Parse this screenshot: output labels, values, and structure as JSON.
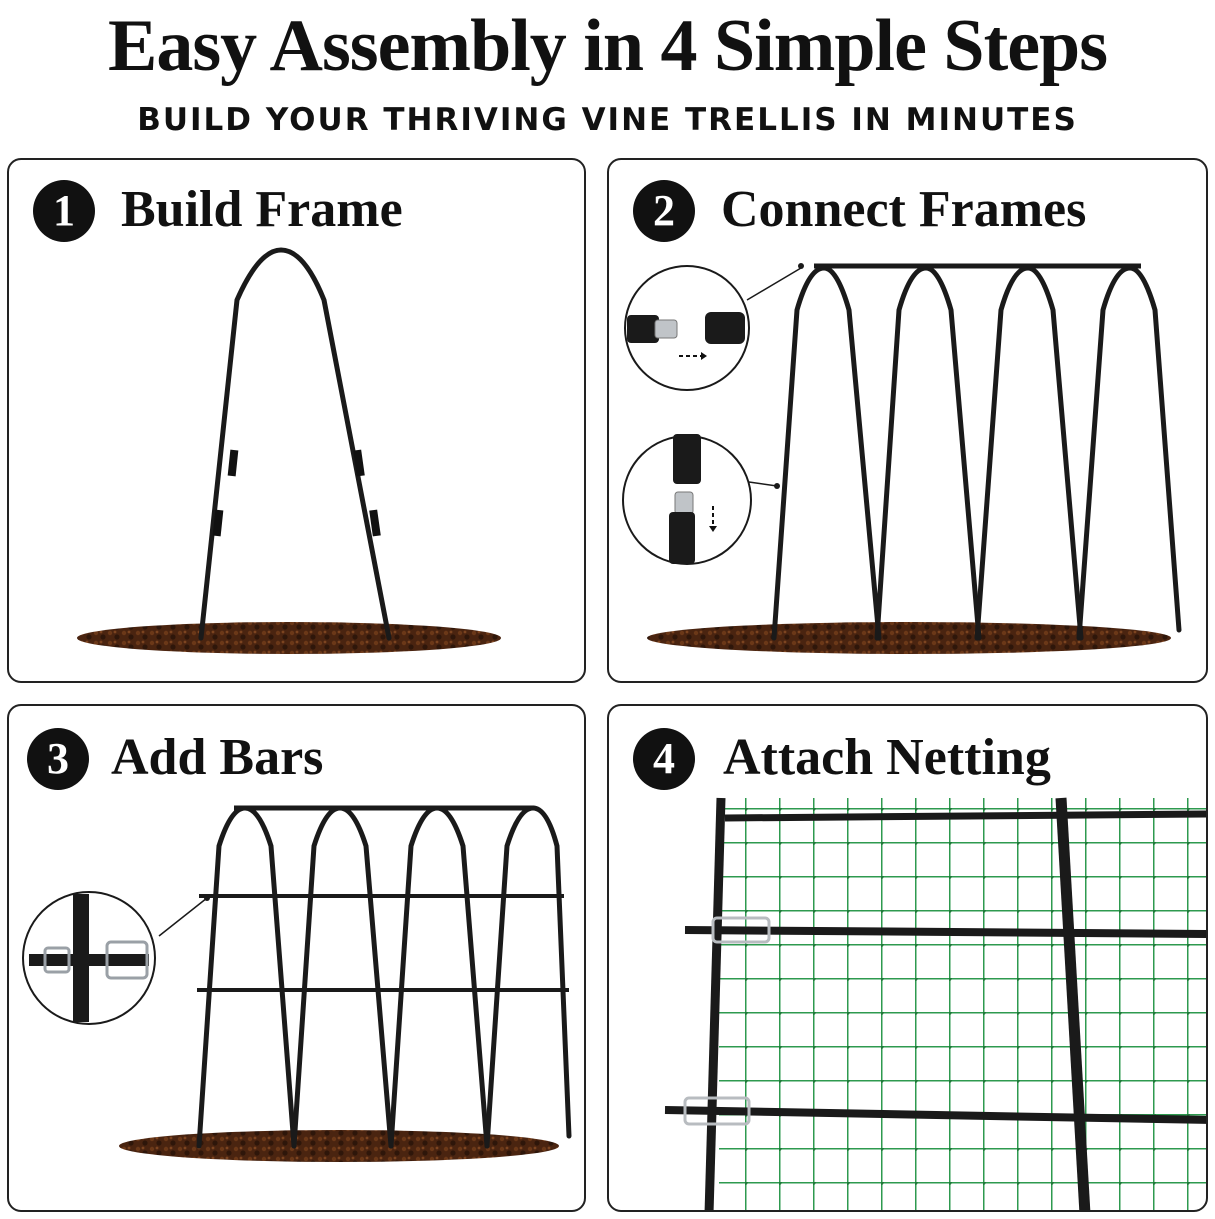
{
  "header": {
    "title": "Easy Assembly in 4 Simple Steps",
    "subtitle": "BUILD YOUR THRIVING VINE TRELLIS IN MINUTES"
  },
  "steps": [
    {
      "number": "1",
      "label": "Build Frame"
    },
    {
      "number": "2",
      "label": "Connect Frames"
    },
    {
      "number": "3",
      "label": "Add Bars"
    },
    {
      "number": "4",
      "label": "Attach Netting"
    }
  ],
  "colors": {
    "frame": "#1a1a1a",
    "soil": "#4a2410",
    "netting": "#2e9a4f",
    "metal": "#b8bcc0"
  }
}
